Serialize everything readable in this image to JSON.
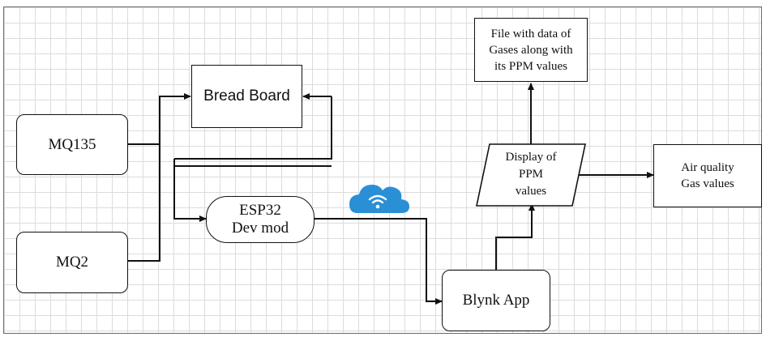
{
  "nodes": {
    "mq135": "MQ135",
    "mq2": "MQ2",
    "bread_board": "Bread Board",
    "esp32_line1": "ESP32",
    "esp32_line2": "Dev mod",
    "blynk": "Blynk App",
    "display_line1": "Display of",
    "display_line2": "PPM",
    "display_line3": "values",
    "file_line1": "File with data of",
    "file_line2": "Gases along with",
    "file_line3": "its PPM values",
    "air_line1": "Air quality",
    "air_line2": "Gas values"
  },
  "icons": {
    "cloud": "wifi-cloud-icon"
  },
  "colors": {
    "cloud": "#2b8fd6",
    "line": "#111111",
    "grid": "#dcdcdc"
  }
}
